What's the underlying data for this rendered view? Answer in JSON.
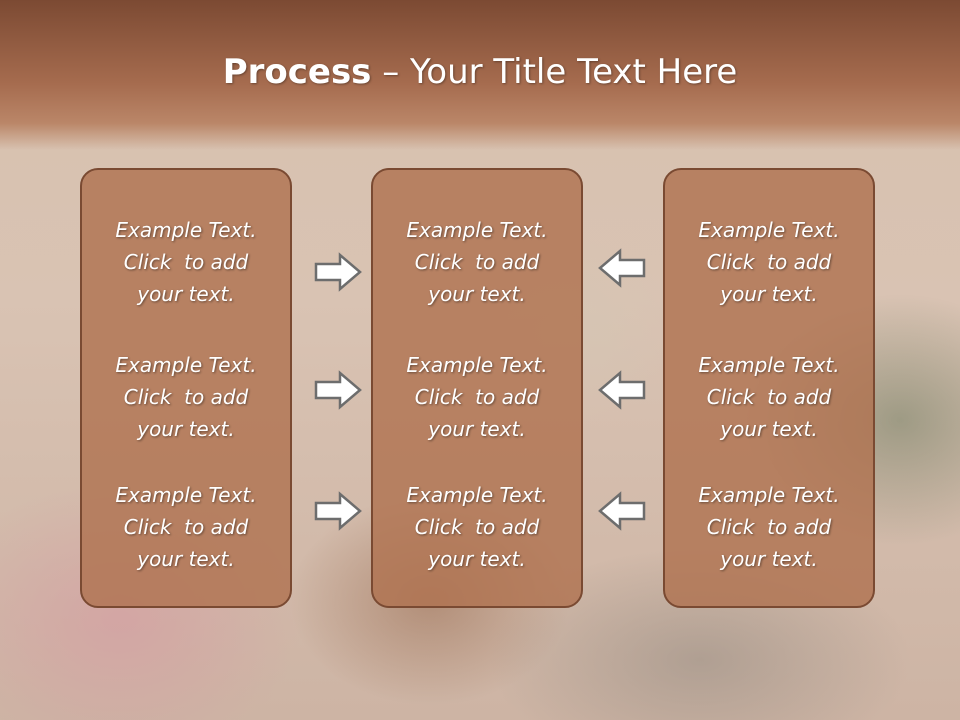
{
  "slide": {
    "title_bold": "Process",
    "title_rest": " – Your Title Text Here"
  },
  "columns": [
    {
      "items": [
        {
          "line1": "Example Text.",
          "line2": "Click  to add",
          "line3": "your text."
        },
        {
          "line1": "Example Text.",
          "line2": "Click  to add",
          "line3": "your text."
        },
        {
          "line1": "Example Text.",
          "line2": "Click  to add",
          "line3": "your text."
        }
      ]
    },
    {
      "items": [
        {
          "line1": "Example Text.",
          "line2": "Click  to add",
          "line3": "your text."
        },
        {
          "line1": "Example Text.",
          "line2": "Click  to add",
          "line3": "your text."
        },
        {
          "line1": "Example Text.",
          "line2": "Click  to add",
          "line3": "your text."
        }
      ]
    },
    {
      "items": [
        {
          "line1": "Example Text.",
          "line2": "Click  to add",
          "line3": "your text."
        },
        {
          "line1": "Example Text.",
          "line2": "Click  to add",
          "line3": "your text."
        },
        {
          "line1": "Example Text.",
          "line2": "Click  to add",
          "line3": "your text."
        }
      ]
    }
  ],
  "arrows": {
    "left_group_direction": "right",
    "right_group_direction": "left",
    "fill": "#ffffff",
    "stroke": "#6d6d6d"
  }
}
